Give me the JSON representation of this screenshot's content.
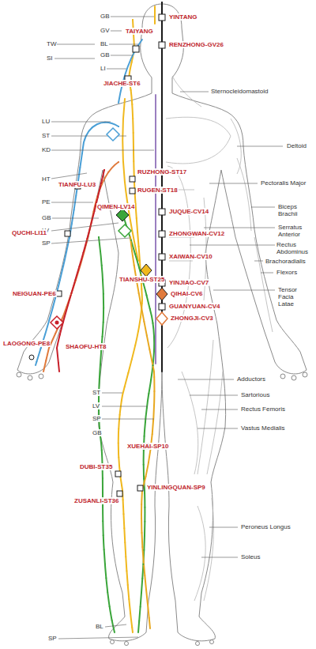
{
  "diagram": {
    "labels": [
      "GB",
      "GV",
      "TW",
      "BL",
      "GB",
      "SI",
      "LI",
      "YINTANG",
      "TAIYANG",
      "RENZHONG-GV26",
      "JIACHE-ST6",
      "Sternocleidomastoid",
      "LU",
      "ST",
      "KD",
      "Deltoid",
      "Pectoralis Major",
      "RUZHONG-ST17",
      "HT",
      "TIANFU-LU3",
      "RUGEN-ST18",
      "PE",
      "Biceps Brachii",
      "QIMEN-LV14",
      "JUQUE-CV14",
      "GB",
      "LV",
      "Serratus Anterior",
      "QUCHI-LI11",
      "ZHONGWAN-CV12",
      "SP",
      "Rectus Abdominus",
      "XAIWAN-CV10",
      "Brachoradialis",
      "Flexors",
      "TIANSHU-ST25",
      "YINJIAO-CV7",
      "NEIGUAN-PE6",
      "QIHAI-CV6",
      "Tensor Facia Latae",
      "GUANYUAN-CV4",
      "ZHONGJI-CV3",
      "LAOGONG-PE8",
      "SHAOFU-HT8",
      "Adductors",
      "ST",
      "Sartorious",
      "LV",
      "Rectus Femoris",
      "SP",
      "GB",
      "Vastus Medialis",
      "XUEHAI-SP10",
      "DUBI-ST35",
      "YINLINGQUAN-SP9",
      "ZUSANLI-ST36",
      "Peroneus Longus",
      "Soleus",
      "BL",
      "SP"
    ]
  }
}
